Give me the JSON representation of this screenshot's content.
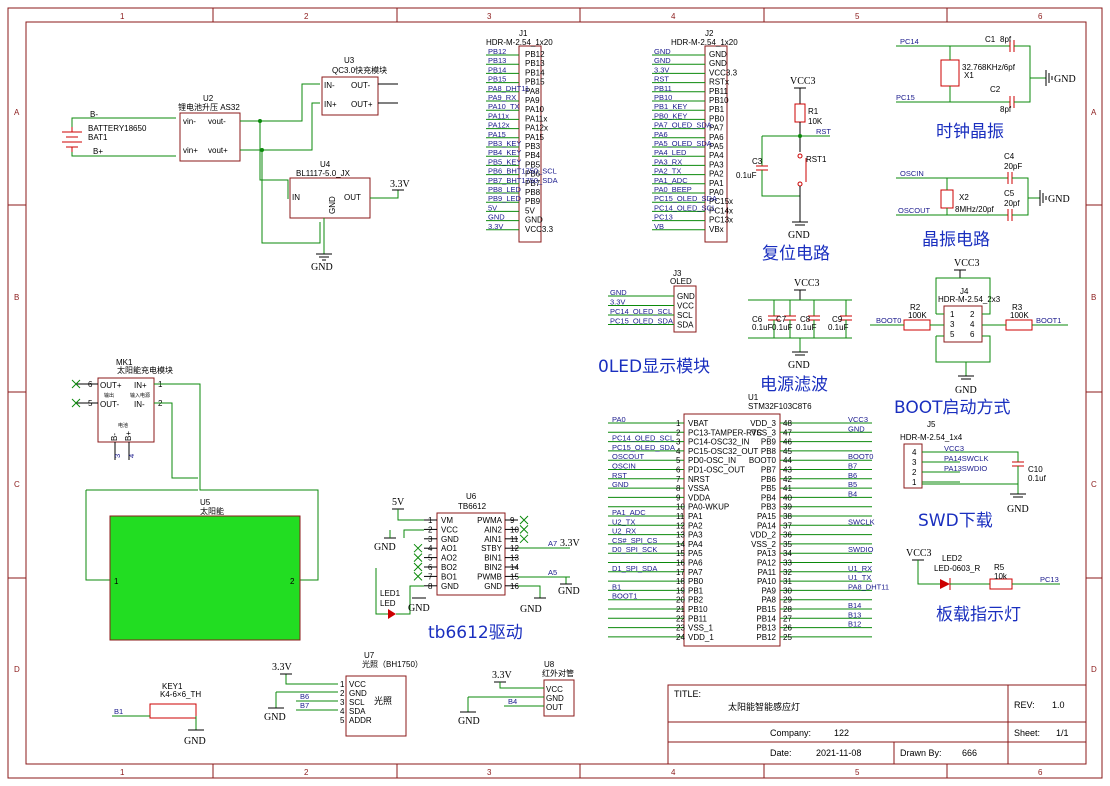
{
  "ruler": {
    "cols": [
      "1",
      "2",
      "3",
      "4",
      "5",
      "6"
    ],
    "rows": [
      "A",
      "B",
      "C",
      "D"
    ]
  },
  "headings": {
    "clock": "时钟晶振",
    "crystal": "晶振电路",
    "reset": "复位电路",
    "oled": "0LED显示模块",
    "filter": "电源滤波",
    "boot": "BOOT启动方式",
    "swd": "SWD下载",
    "led": "板载指示灯",
    "tb6612": "tb6612驱动"
  },
  "title_block": {
    "title_label": "TITLE:",
    "title": "太阳能智能感应灯",
    "rev_label": "REV:",
    "rev": "1.0",
    "company_label": "Company:",
    "company": "122",
    "sheet_label": "Sheet:",
    "sheet": "1/1",
    "date_label": "Date:",
    "date": "2021-11-08",
    "drawn_label": "Drawn By:",
    "drawn": "666"
  },
  "battery": {
    "ref": "BATTERY18650",
    "ref2": "BAT1",
    "minus": "B-",
    "plus": "B+"
  },
  "u2": {
    "ref": "U2",
    "name": "锂电池升压 AS32",
    "p1": "vin-",
    "p2": "vin+",
    "p3": "vout+",
    "p4": "vout-"
  },
  "u3": {
    "ref": "U3",
    "name": "QC3.0快充模块",
    "p1": "IN-",
    "p2": "IN+",
    "p3": "OUT+",
    "p4": "OUT-"
  },
  "u4": {
    "ref": "U4",
    "name": "BL1117-5.0_JX",
    "in": "IN",
    "out": "OUT",
    "gnd": "GND",
    "vcc": "3.3V",
    "gnd_label": "GND"
  },
  "j1": {
    "ref": "J1",
    "name": "HDR-M-2.54_1x20",
    "pins": [
      "PB12",
      "PB13",
      "PB14",
      "PB15",
      "PA8",
      "PA9",
      "PA10",
      "PA11x",
      "PA12x",
      "PA15",
      "PB3",
      "PB4",
      "PB5",
      "PB6",
      "PB7",
      "PB8",
      "PB9",
      "5V",
      "GND",
      "VCC3.3"
    ],
    "nets": [
      "PB12",
      "PB13",
      "PB14",
      "PB15",
      "PA8_DHT11",
      "PA9_RX",
      "PA10_TX",
      "PA11x",
      "PA12x",
      "PA15",
      "PB3_KEY",
      "PB4_KEY",
      "PB5_KEY",
      "PB6_BHT1750_SCL",
      "PB7_BHT1750_SDA",
      "PB8_LED",
      "PB9_LED",
      "5V",
      "GND",
      "3.3V"
    ]
  },
  "j2": {
    "ref": "J2",
    "name": "HDR-M-2.54_1x20",
    "pins": [
      "GND",
      "GND",
      "VCC3.3",
      "RSTx",
      "PB11",
      "PB10",
      "PB1",
      "PB0",
      "PA7",
      "PA6",
      "PA5",
      "PA4",
      "PA3",
      "PA2",
      "PA1",
      "PA0",
      "PC15x",
      "PC14x",
      "PC13x",
      "VBx"
    ],
    "nets": [
      "GND",
      "GND",
      "3.3V",
      "RST",
      "PB11",
      "PB10",
      "PB1_KEY",
      "PB0_KEY",
      "PA7_OLED_SDA",
      "PA6",
      "PA5_OLED_SDA",
      "PA4_LED",
      "PA3_RX",
      "PA2_TX",
      "PA1_ADC",
      "PA0_BEEP",
      "PC15_OLED_SDA",
      "PC14_OLED_SCL",
      "PC13",
      "VB"
    ]
  },
  "reset": {
    "vcc": "VCC3",
    "r": "R1",
    "rv": "10K",
    "net": "RST",
    "c": "C3",
    "cv": "0.1uF",
    "sw": "RST1",
    "gnd": "GND"
  },
  "xtal1": {
    "net1": "PC14",
    "net2": "PC15",
    "c1": "C1",
    "c1v": "8pf",
    "c2": "C2",
    "c2v": "8pf",
    "x": "X1",
    "xv": "32.768KHz/6pf",
    "gnd": "GND"
  },
  "xtal2": {
    "net1": "OSCIN",
    "net2": "OSCOUT",
    "c1": "C4",
    "c1v": "20pF",
    "c2": "C5",
    "c2v": "20pf",
    "x": "X2",
    "xv": "8MHz/20pf",
    "gnd": "GND"
  },
  "j3": {
    "ref": "J3",
    "name": "OLED",
    "pins": [
      "GND",
      "VCC",
      "SCL",
      "SDA"
    ],
    "nets": [
      "GND",
      "3.3V",
      "PC14_OLED_SCL",
      "PC15_OLED_SDA"
    ]
  },
  "filter": {
    "vcc": "VCC3",
    "caps": [
      "C6",
      "C7",
      "C8",
      "C9"
    ],
    "vals": [
      "0.1uF",
      "0.1uF",
      "0.1uF",
      "0.1uF"
    ],
    "gnd": "GND"
  },
  "boot": {
    "vcc": "VCC3",
    "j": "J4",
    "jname": "HDR-M-2.54_2x3",
    "r2": "R2",
    "r2v": "100K",
    "r3": "R3",
    "r3v": "100K",
    "net0": "BOOT0",
    "net1": "BOOT1",
    "gnd": "GND",
    "pins": [
      "1",
      "2",
      "3",
      "4",
      "5",
      "6"
    ]
  },
  "j5": {
    "ref": "J5",
    "name": "HDR-M-2.54_1x4",
    "pins": [
      "4",
      "3",
      "2",
      "1"
    ],
    "nets": [
      "VCC3",
      "PA14SWCLK",
      "PA13SWDIO",
      ""
    ],
    "c": "C10",
    "cv": "0.1uf",
    "gnd": "GND"
  },
  "led2": {
    "vcc": "VCC3",
    "ref": "LED2",
    "name": "LED-0603_R",
    "r": "R5",
    "rv": "10k",
    "net": "PC13"
  },
  "u1": {
    "ref": "U1",
    "name": "STM32F103C8T6",
    "left": [
      [
        "1",
        "VBAT",
        "PA0"
      ],
      [
        "2",
        "PC13-TAMPER-RTC",
        ""
      ],
      [
        "3",
        "PC14-OSC32_IN",
        "PC14_OLED_SCL"
      ],
      [
        "4",
        "PC15-OSC32_OUT",
        "PC15_OLED_SDA"
      ],
      [
        "5",
        "PD0-OSC_IN",
        "OSCOUT"
      ],
      [
        "6",
        "PD1-OSC_OUT",
        "OSCIN"
      ],
      [
        "7",
        "NRST",
        "RST"
      ],
      [
        "8",
        "VSSA",
        "GND"
      ],
      [
        "9",
        "VDDA",
        ""
      ],
      [
        "10",
        "PA0-WKUP",
        ""
      ],
      [
        "11",
        "PA1",
        "PA1_ADC"
      ],
      [
        "12",
        "PA2",
        "U2_TX"
      ],
      [
        "13",
        "PA3",
        "U2_RX"
      ],
      [
        "14",
        "PA4",
        "CS#_SPI_CS"
      ],
      [
        "15",
        "PA5",
        "D0_SPI_SCK"
      ],
      [
        "16",
        "PA6",
        ""
      ],
      [
        "17",
        "PA7",
        "D1_SPI_SDA"
      ],
      [
        "18",
        "PB0",
        ""
      ],
      [
        "19",
        "PB1",
        "B1"
      ],
      [
        "20",
        "PB2",
        "BOOT1"
      ],
      [
        "21",
        "PB10",
        ""
      ],
      [
        "22",
        "PB11",
        ""
      ],
      [
        "23",
        "VSS_1",
        ""
      ],
      [
        "24",
        "VDD_1",
        ""
      ]
    ],
    "right": [
      [
        "48",
        "VDD_3",
        "VCC3"
      ],
      [
        "47",
        "VSS_3",
        "GND"
      ],
      [
        "46",
        "PB9",
        ""
      ],
      [
        "45",
        "PB8",
        ""
      ],
      [
        "44",
        "BOOT0",
        "BOOT0"
      ],
      [
        "43",
        "PB7",
        "B7"
      ],
      [
        "42",
        "PB6",
        "B6"
      ],
      [
        "41",
        "PB5",
        "B5"
      ],
      [
        "40",
        "PB4",
        "B4"
      ],
      [
        "39",
        "PB3",
        ""
      ],
      [
        "38",
        "PA15",
        ""
      ],
      [
        "37",
        "PA14",
        "SWCLK"
      ],
      [
        "36",
        "VDD_2",
        ""
      ],
      [
        "35",
        "VSS_2",
        ""
      ],
      [
        "34",
        "PA13",
        "SWDIO"
      ],
      [
        "33",
        "PA12",
        ""
      ],
      [
        "32",
        "PA11",
        "U1_RX"
      ],
      [
        "31",
        "PA10",
        "U1_TX"
      ],
      [
        "30",
        "PA9",
        "PA8_DHT11"
      ],
      [
        "29",
        "PA8",
        ""
      ],
      [
        "28",
        "PB15",
        "B14"
      ],
      [
        "27",
        "PB14",
        "B13"
      ],
      [
        "26",
        "PB13",
        "B12"
      ],
      [
        "25",
        "PB12",
        ""
      ]
    ]
  },
  "mk1": {
    "ref": "MK1",
    "name": "太阳能充电模块",
    "l1": "OUT+",
    "l2": "OUT-",
    "r1": "IN+",
    "r2": "IN-",
    "b1": "B-",
    "b2": "B+",
    "p6": "6",
    "p5": "5",
    "p1": "1",
    "p2": "2",
    "p3": "3",
    "p4": "4",
    "tiny1": "输出",
    "tiny2": "输入电源",
    "tiny3": "电池"
  },
  "u5": {
    "ref": "U5",
    "name": "太阳能",
    "p1": "1",
    "p2": "2"
  },
  "u6": {
    "ref": "U6",
    "name": "TB6612",
    "left": [
      [
        "1",
        "VM"
      ],
      [
        "2",
        "VCC"
      ],
      [
        "3",
        "GND"
      ],
      [
        "4",
        "AO1"
      ],
      [
        "5",
        "AO2"
      ],
      [
        "6",
        "BO2"
      ],
      [
        "7",
        "BO1"
      ],
      [
        "8",
        "GND"
      ]
    ],
    "right": [
      [
        "9",
        "PWMA"
      ],
      [
        "10",
        "AIN2"
      ],
      [
        "11",
        "AIN1"
      ],
      [
        "12",
        "STBY"
      ],
      [
        "13",
        "BIN1"
      ],
      [
        "14",
        "BIN2"
      ],
      [
        "15",
        "PWMB"
      ],
      [
        "16",
        "GND"
      ]
    ],
    "vm": "5V",
    "gnd": "GND",
    "led": "LED1",
    "led2": "LED",
    "a7": "A7",
    "a5": "A5",
    "v33": "3.3V"
  },
  "key1": {
    "ref": "KEY1",
    "name": "K4-6×6_TH",
    "net": "B1",
    "gnd": "GND"
  },
  "u7": {
    "ref": "U7",
    "name": "光照（BH1750）",
    "body": "光照",
    "pins": [
      "VCC",
      "GND",
      "SCL",
      "SDA",
      "ADDR"
    ],
    "nets": [
      "B6",
      "B7"
    ],
    "vcc": "3.3V",
    "gnd": "GND"
  },
  "u8": {
    "ref": "U8",
    "name": "红外对管",
    "pins": [
      "VCC",
      "GND",
      "OUT"
    ],
    "net": "B4",
    "vcc": "3.3V",
    "gnd": "GND"
  }
}
